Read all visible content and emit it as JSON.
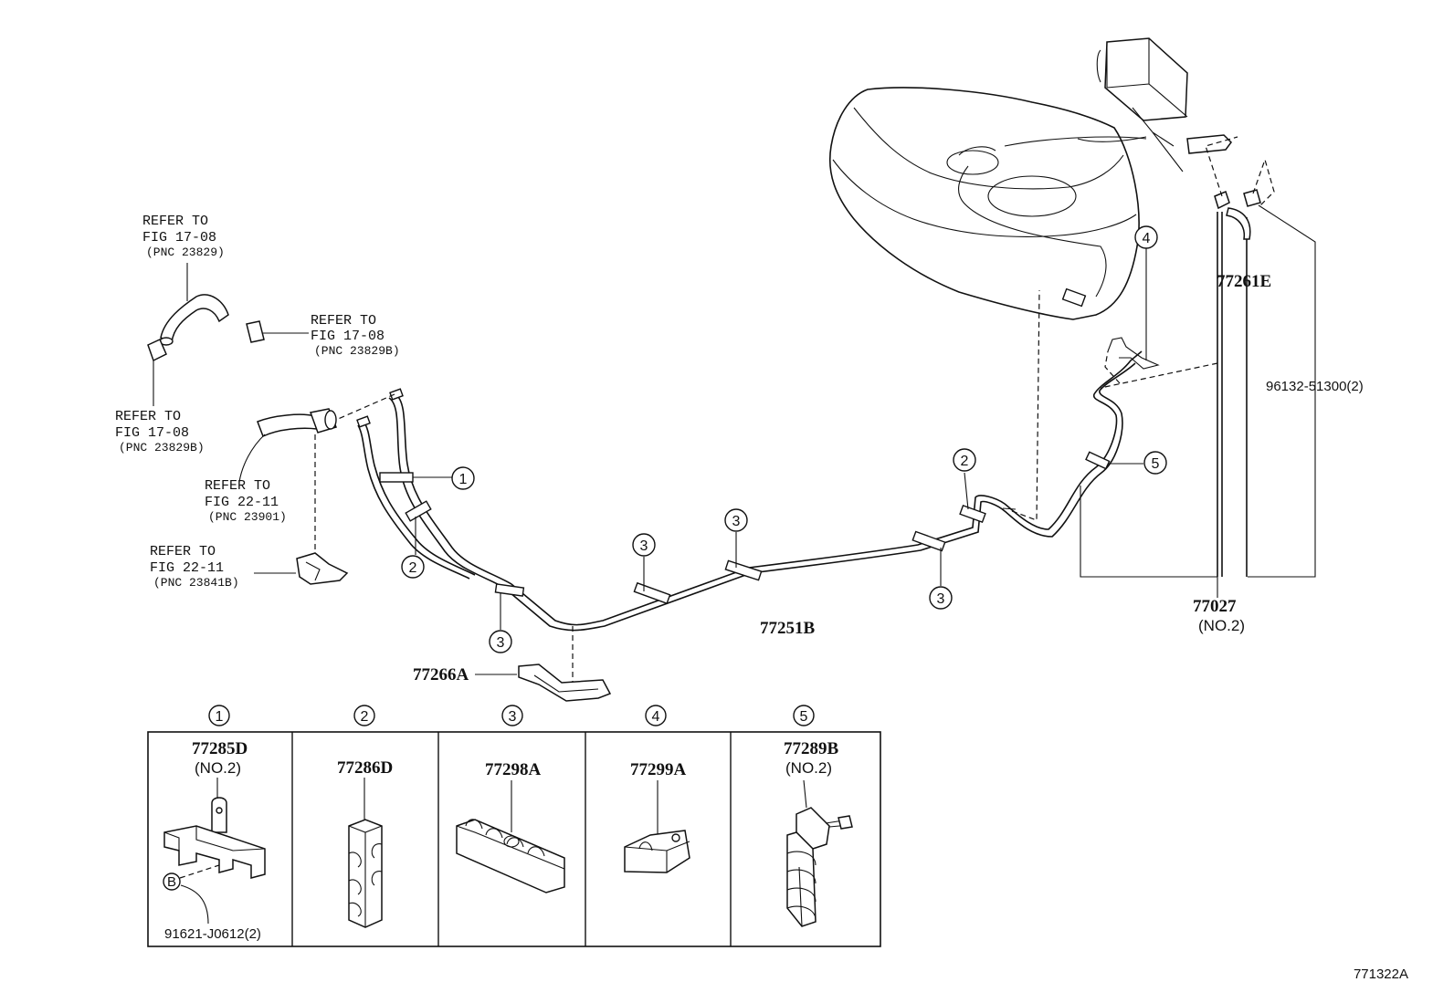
{
  "references": [
    {
      "line1": "REFER TO",
      "line2": "FIG 17-08",
      "line3": "(PNC 23829)"
    },
    {
      "line1": "REFER TO",
      "line2": "FIG 17-08",
      "line3": "(PNC 23829B)"
    },
    {
      "line1": "REFER TO",
      "line2": "FIG 17-08",
      "line3": "(PNC 23829B)"
    },
    {
      "line1": "REFER TO",
      "line2": "FIG 22-11",
      "line3": "(PNC 23901)"
    },
    {
      "line1": "REFER TO",
      "line2": "FIG 22-11",
      "line3": "(PNC 23841B)"
    }
  ],
  "parts": {
    "tube_main": "77251B",
    "protector": "77266A",
    "tube_vent": "77261E",
    "hose_set": "77027",
    "hose_set_sub": "(NO.2)",
    "clip": "96132-51300(2)"
  },
  "callouts": [
    "1",
    "2",
    "2",
    "3",
    "3",
    "3",
    "3",
    "4",
    "5"
  ],
  "clamp_table": [
    {
      "index": "1",
      "part": "77285D",
      "sub": "(NO.2)",
      "bolt_label": "B",
      "bolt_part": "91621-J0612(2)"
    },
    {
      "index": "2",
      "part": "77286D",
      "sub": ""
    },
    {
      "index": "3",
      "part": "77298A",
      "sub": ""
    },
    {
      "index": "4",
      "part": "77299A",
      "sub": ""
    },
    {
      "index": "5",
      "part": "77289B",
      "sub": "(NO.2)"
    }
  ],
  "figure_code": "771322A"
}
